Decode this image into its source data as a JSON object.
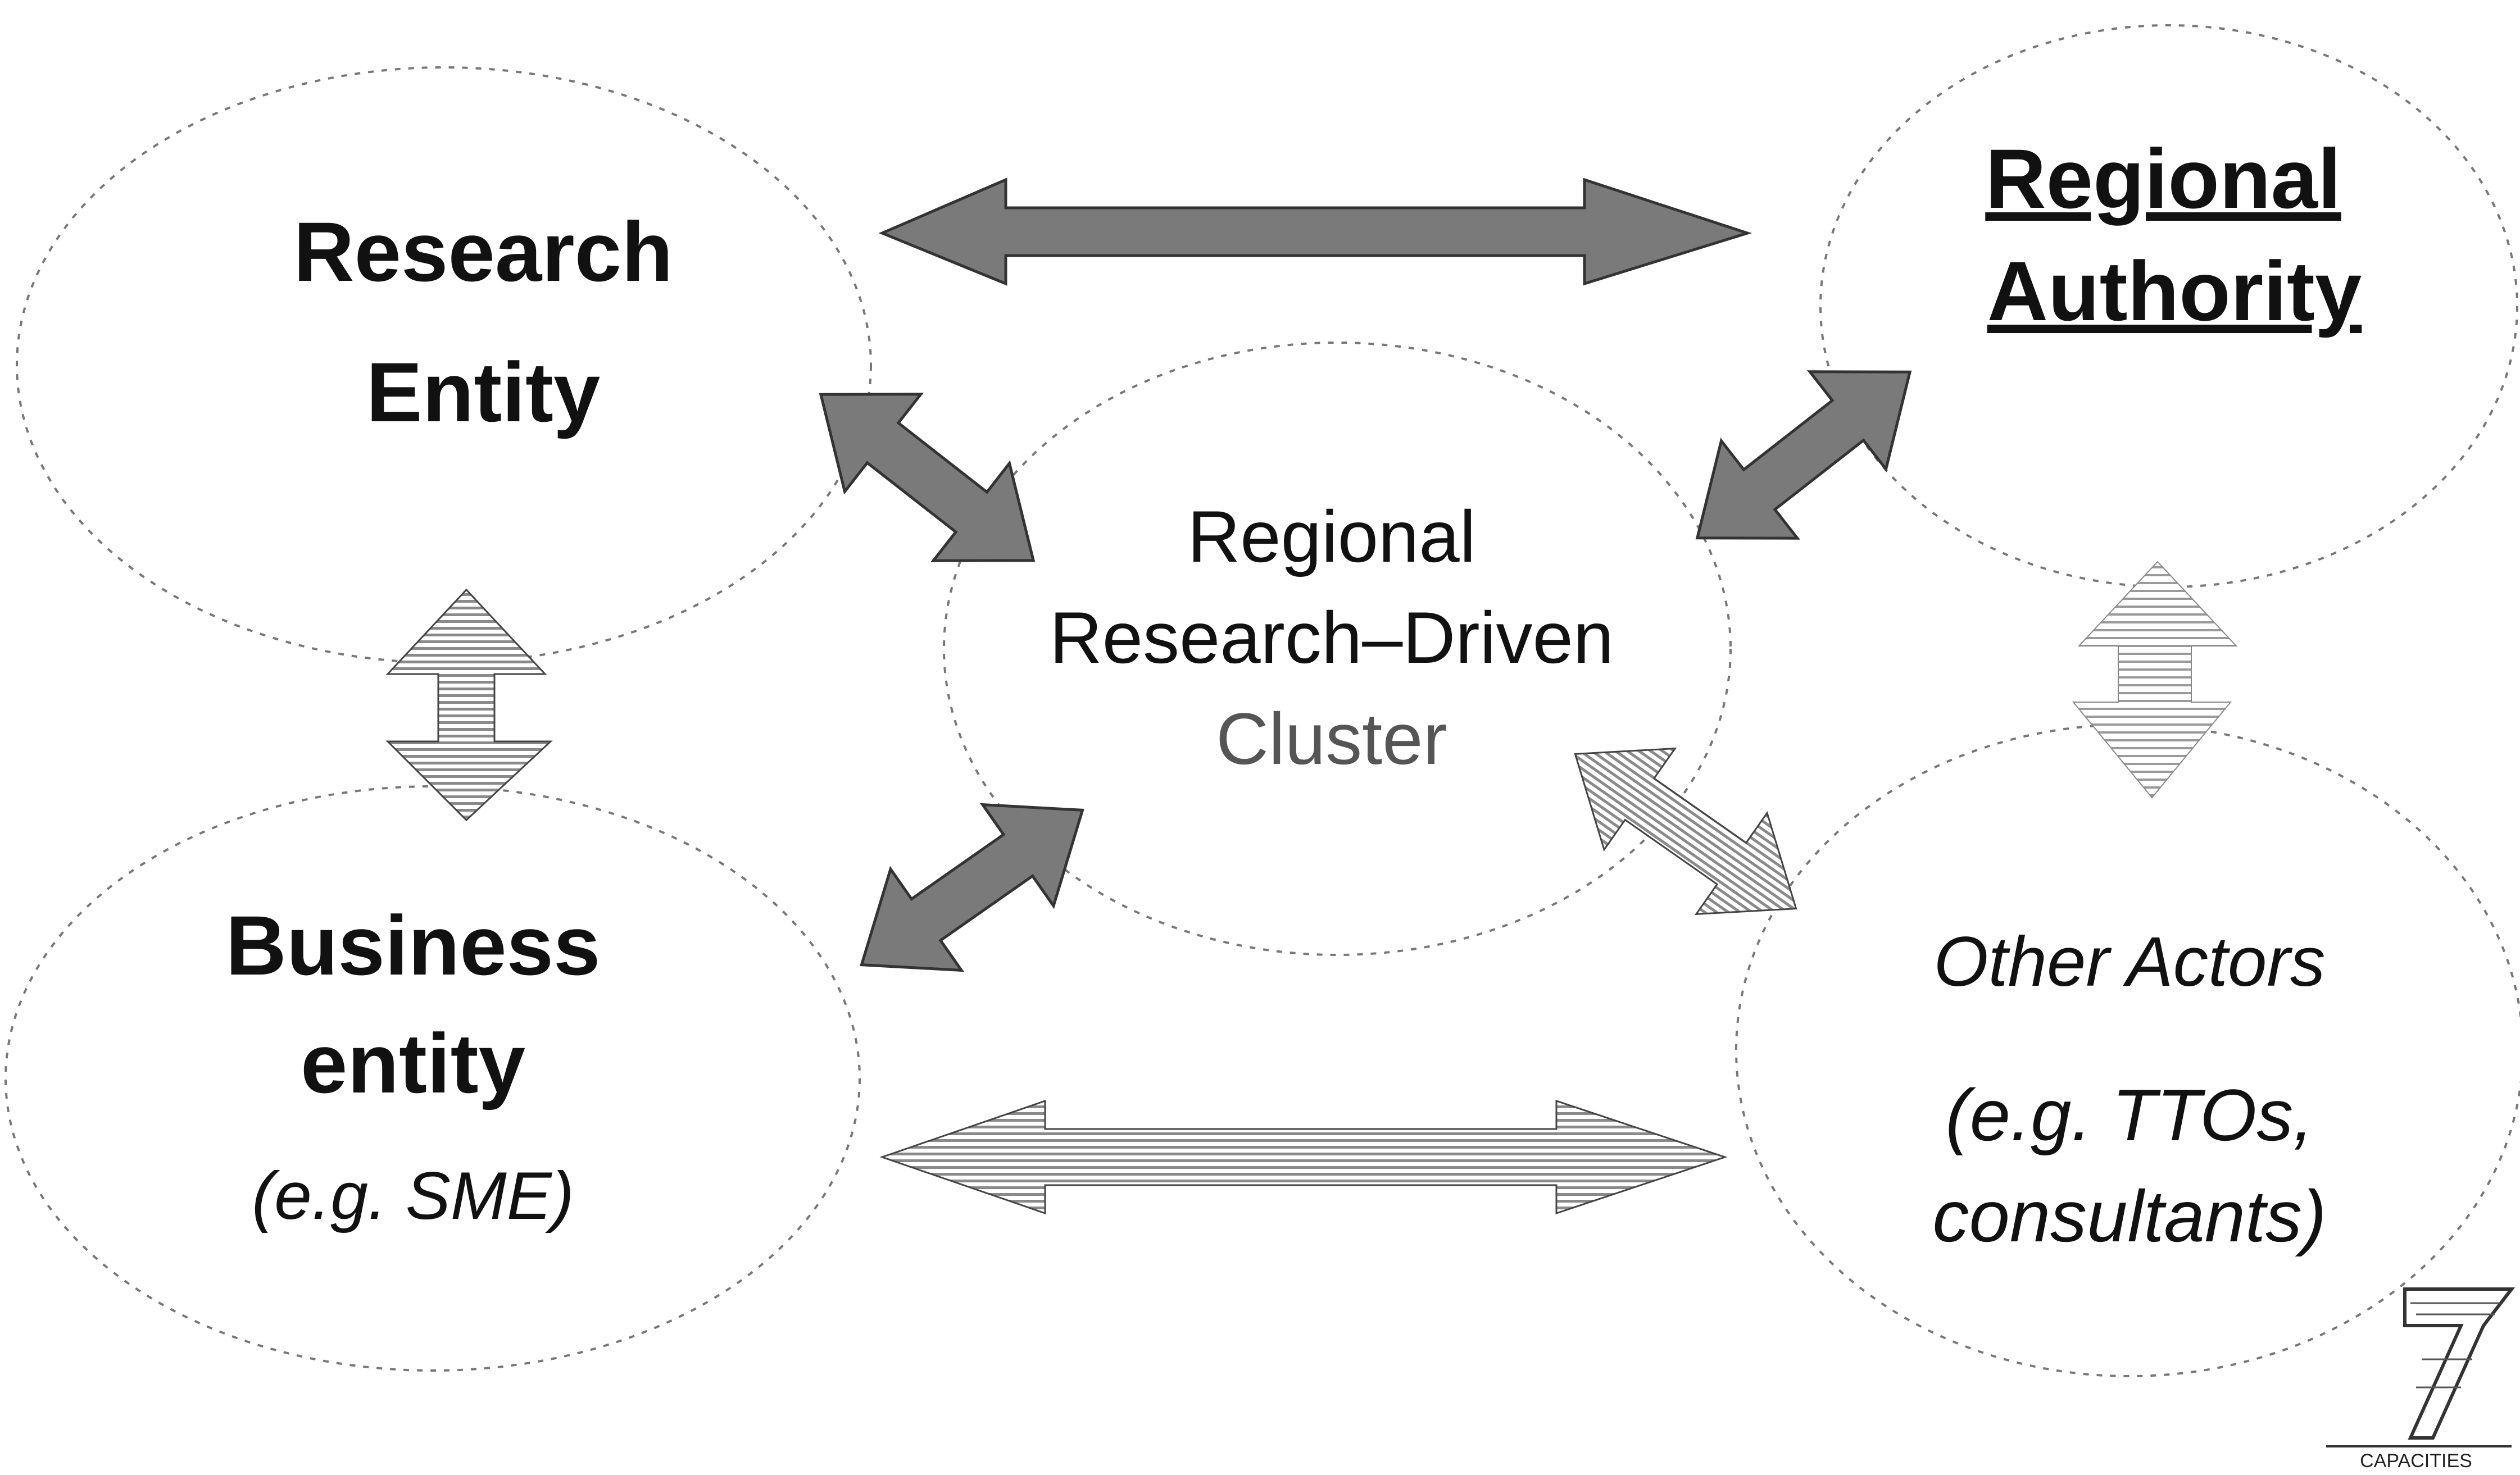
{
  "nodes": {
    "research_entity": {
      "line1": "Research",
      "line2": "Entity"
    },
    "regional_authority": {
      "line1": "Regional",
      "line2": "Authority"
    },
    "cluster": {
      "line1": "Regional",
      "line2": "Research–Driven",
      "line3": "Cluster"
    },
    "business_entity": {
      "line1": "Business",
      "line2": "entity",
      "line3": "(e.g. SME)"
    },
    "other_actors": {
      "line1": "Other Actors",
      "line2": "(e.g. TTOs,",
      "line3": "consultants)"
    }
  },
  "logo": {
    "text": "CAPACITIES"
  },
  "colors": {
    "arrow_dark": "#7a7a7a",
    "outline": "#777777",
    "text": "#111111"
  }
}
